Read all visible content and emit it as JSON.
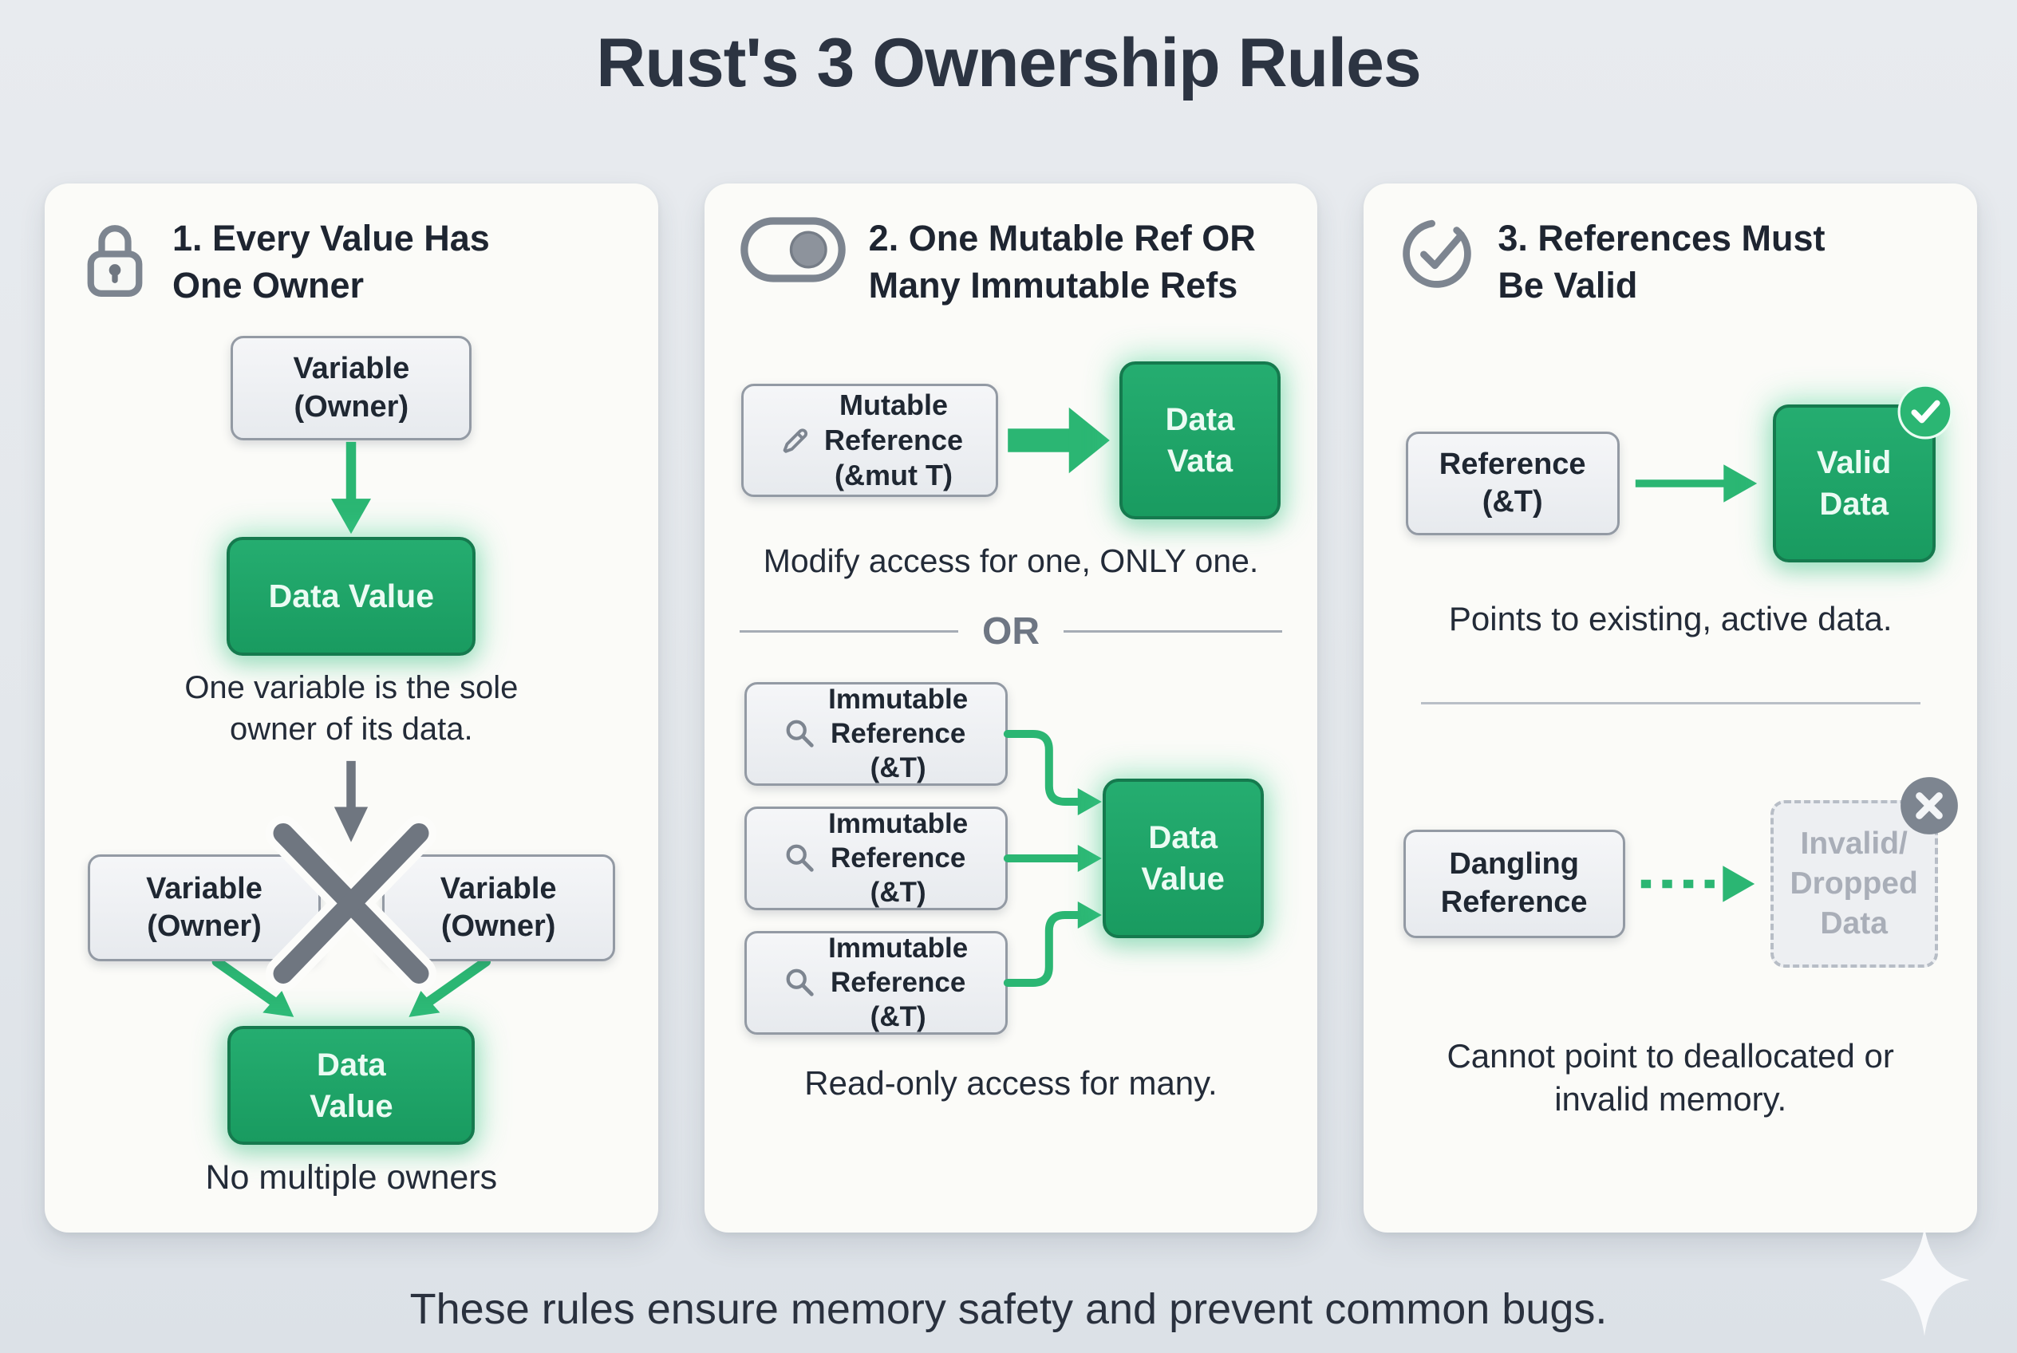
{
  "title": "Rust's 3 Ownership Rules",
  "footer": "These rules ensure memory safety and prevent common bugs.",
  "colors": {
    "page_background": "#e3e7eb",
    "card_background": "#fbfbf8",
    "green_fill": "#1fa266",
    "green_arrow": "#2bb673",
    "gray_icon": "#7d8590",
    "dark_text": "#1e2531",
    "muted_text": "#a9aeb8"
  },
  "cards": {
    "rule1": {
      "title_line1": "1. Every Value Has",
      "title_line2": "One Owner",
      "icon": "lock-icon",
      "top": {
        "owner_line1": "Variable",
        "owner_line2": "(Owner)",
        "data_label": "Data Value",
        "caption": "One variable is the sole owner of its data."
      },
      "bottom": {
        "left_line1": "Variable",
        "left_line2": "(Owner)",
        "right_line1": "Variable",
        "right_line2": "(Owner)",
        "data_line1": "Data",
        "data_line2": "Value",
        "caption": "No multiple owners"
      }
    },
    "rule2": {
      "title_line1": "2. One Mutable Ref OR",
      "title_line2": "Many Immutable Refs",
      "icon": "toggle-icon",
      "top": {
        "ref_line1": "Mutable",
        "ref_line2": "Reference",
        "ref_line3": "(&mut T)",
        "data_line1": "Data",
        "data_line2": "Vata",
        "caption": "Modify access for one, ONLY one."
      },
      "or_label": "OR",
      "bottom": {
        "refs": [
          {
            "line1": "Immutable",
            "line2": "Reference",
            "line3": "(&T)"
          },
          {
            "line1": "Immutable",
            "line2": "Reference",
            "line3": "(&T)"
          },
          {
            "line1": "Immutable",
            "line2": "Reference",
            "line3": "(&T)"
          }
        ],
        "data_line1": "Data",
        "data_line2": "Value",
        "caption": "Read-only access for many."
      }
    },
    "rule3": {
      "title_line1": "3. References Must",
      "title_line2": "Be Valid",
      "icon": "check-circle-icon",
      "top": {
        "ref_line1": "Reference",
        "ref_line2": "(&T)",
        "data_line1": "Valid",
        "data_line2": "Data",
        "caption": "Points to existing, active data."
      },
      "bottom": {
        "ref_line1": "Dangling",
        "ref_line2": "Reference",
        "data_line1": "Invalid/",
        "data_line2": "Dropped",
        "data_line3": "Data",
        "caption": "Cannot point to deallocated or invalid memory."
      }
    }
  }
}
